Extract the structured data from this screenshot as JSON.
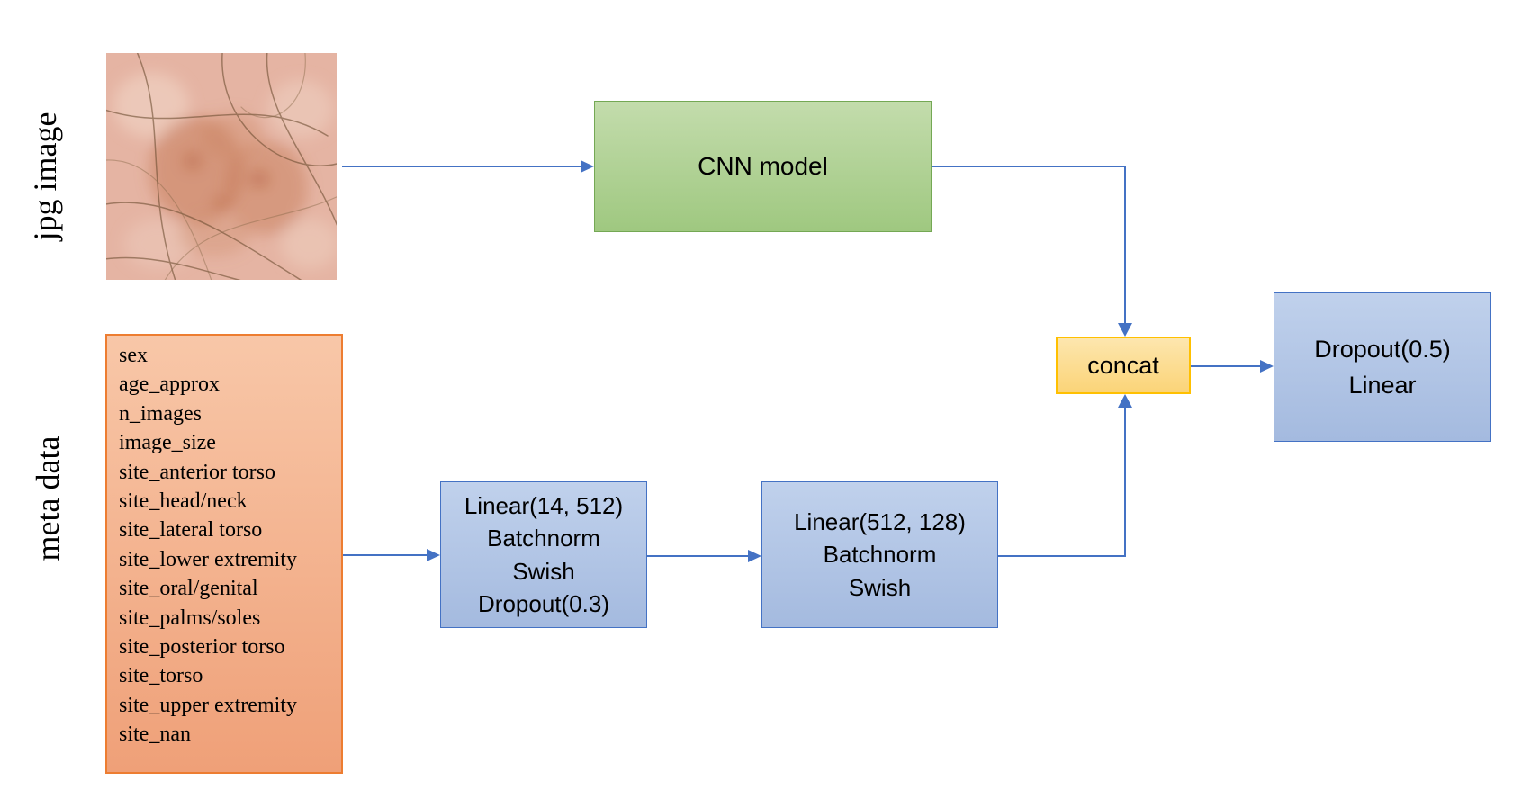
{
  "labels": {
    "jpg_image": "jpg image",
    "meta_data": "meta data"
  },
  "meta_box": {
    "fields": [
      "sex",
      "age_approx",
      "n_images",
      "image_size",
      "site_anterior torso",
      "site_head/neck",
      "site_lateral torso",
      "site_lower extremity",
      "site_oral/genital",
      "site_palms/soles",
      "site_posterior torso",
      "site_torso",
      "site_upper extremity",
      "site_nan"
    ]
  },
  "nodes": {
    "cnn": {
      "label": "CNN model"
    },
    "mlp1": {
      "lines": [
        "Linear(14, 512)",
        "Batchnorm",
        "Swish",
        "Dropout(0.3)"
      ]
    },
    "mlp2": {
      "lines": [
        "Linear(512, 128)",
        "Batchnorm",
        "Swish"
      ]
    },
    "concat": {
      "label": "concat"
    },
    "head": {
      "lines": [
        "Dropout(0.5)",
        "Linear"
      ]
    }
  },
  "colors": {
    "cnn_fill": "#a9d18e",
    "cnn_border": "#70ad47",
    "blue_fill": "#b4c7e7",
    "blue_border": "#4472c4",
    "meta_fill": "#f4b183",
    "meta_border": "#ed7d31",
    "concat_fill": "#ffe699",
    "concat_border": "#ffc000",
    "arrow": "#4472c4"
  }
}
